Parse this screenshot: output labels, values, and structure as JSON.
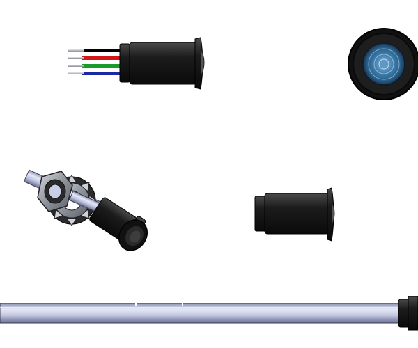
{
  "scene": {
    "background": "#ffffff",
    "items": [
      {
        "name": "led-with-wires-side-view",
        "wire_colors": [
          "#000000",
          "#d01818",
          "#1a9a2a",
          "#1c2aa0"
        ]
      },
      {
        "name": "led-front-view-lens"
      },
      {
        "name": "led-assembled-with-nut-and-washer-angled-view"
      },
      {
        "name": "led-housing-side-view"
      },
      {
        "name": "led-with-clear-tube-side-view"
      }
    ]
  },
  "colors": {
    "housing": "#161616",
    "lens": "#3f7fb0",
    "metal": "#9aa0a8",
    "tube": "#c8cde8"
  }
}
